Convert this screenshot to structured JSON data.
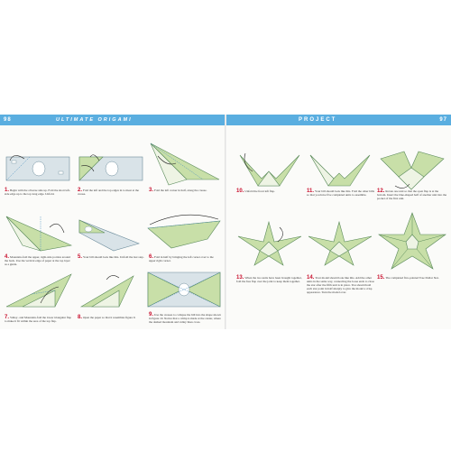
{
  "header": {
    "left_page_number": "98",
    "left_title": "ULTIMATE ORIGAMI",
    "right_title": "PROJECT",
    "right_page_number": "97"
  },
  "steps": [
    {
      "n": "1.",
      "text": "Begin with the obverse side up. Fold the short left-side edge up to the top long edge. Unfold."
    },
    {
      "n": "2.",
      "text": "Fold the left and the top edges in to meet at the crease."
    },
    {
      "n": "3.",
      "text": "Fold the left corner in half, along the crease."
    },
    {
      "n": "4.",
      "text": "Mountain-fold the upper, right-side portion around the back. Use the vertical edge of paper at the top layer as a guide."
    },
    {
      "n": "5.",
      "text": "Your bill should look like this. Unfold the last step."
    },
    {
      "n": "6.",
      "text": "Fold in half by bringing the left corner over to the upper right corner."
    },
    {
      "n": "7.",
      "text": "Valley- and Mountain-fold the lower triangular flap to make it fit within the area of the top flap."
    },
    {
      "n": "8.",
      "text": "Open the paper so that it resembles figure 9."
    },
    {
      "n": "9.",
      "text": "Use the creases to collapse the bill into the shape shown in figure 10. Notice that a crimp is made at the center, where the dashed mountain and valley lines cross."
    },
    {
      "n": "10.",
      "text": "Unfold the front left flap."
    },
    {
      "n": "11.",
      "text": "Your bill should look like this. Fold the other bills so that you have five completed units to assemble."
    },
    {
      "n": "12.",
      "text": "Rotate one unit so that the open flap is at the bottom. Insert the blue-shaped half of another unit into the pocket of the first unit."
    },
    {
      "n": "13.",
      "text": "When the two units have been brought together, fold the free flap over the joint to keep them together."
    },
    {
      "n": "14.",
      "text": "Your model should look like this. Add the other units in the same way, connecting the loose ends to close the star after the fifth unit is in place. You should hold each star point in half sharply to give the model a crisp appearance. Turn the model over."
    },
    {
      "n": "15.",
      "text": "The completed five-pointed Tree Dollar Star."
    }
  ]
}
